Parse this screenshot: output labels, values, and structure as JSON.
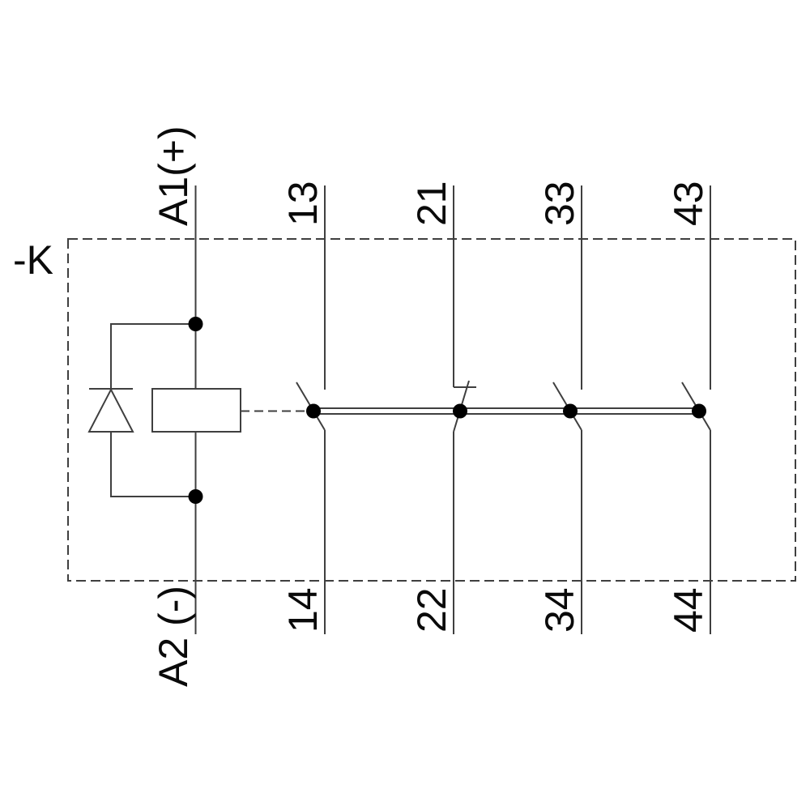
{
  "diagram": {
    "kind": "relay-contactor-wiring-schematic",
    "device_label": "-K",
    "coil": {
      "top_terminal_label": "A1(+)",
      "bottom_terminal_label": "A2 (-)",
      "symbol": "coil-rectangle",
      "suppression_component": "diode"
    },
    "contacts": [
      {
        "type": "NO",
        "top_label": "13",
        "bottom_label": "14"
      },
      {
        "type": "NC",
        "top_label": "21",
        "bottom_label": "22"
      },
      {
        "type": "NO",
        "top_label": "33",
        "bottom_label": "34"
      },
      {
        "type": "NO",
        "top_label": "43",
        "bottom_label": "44"
      }
    ],
    "colors": {
      "background": "#ffffff",
      "line": "#3f3f3f",
      "text": "#0a0a0a",
      "junction_dot": "#000000"
    }
  }
}
